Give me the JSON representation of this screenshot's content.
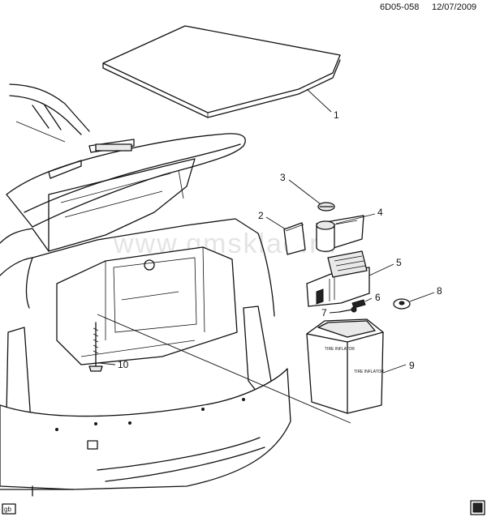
{
  "header": {
    "drawing_id": "6D05-058",
    "date": "12/07/2009"
  },
  "watermark": "www.gmsklad.ru",
  "corner_code": "gb",
  "parts": [
    {
      "number": "1"
    },
    {
      "number": "2"
    },
    {
      "number": "3"
    },
    {
      "number": "4"
    },
    {
      "number": "5"
    },
    {
      "number": "6"
    },
    {
      "number": "7"
    },
    {
      "number": "8"
    },
    {
      "number": "9"
    },
    {
      "number": "10"
    }
  ],
  "case_label_1": "TIRE INFLATOR",
  "case_label_2": "TIRE INFLATOR"
}
